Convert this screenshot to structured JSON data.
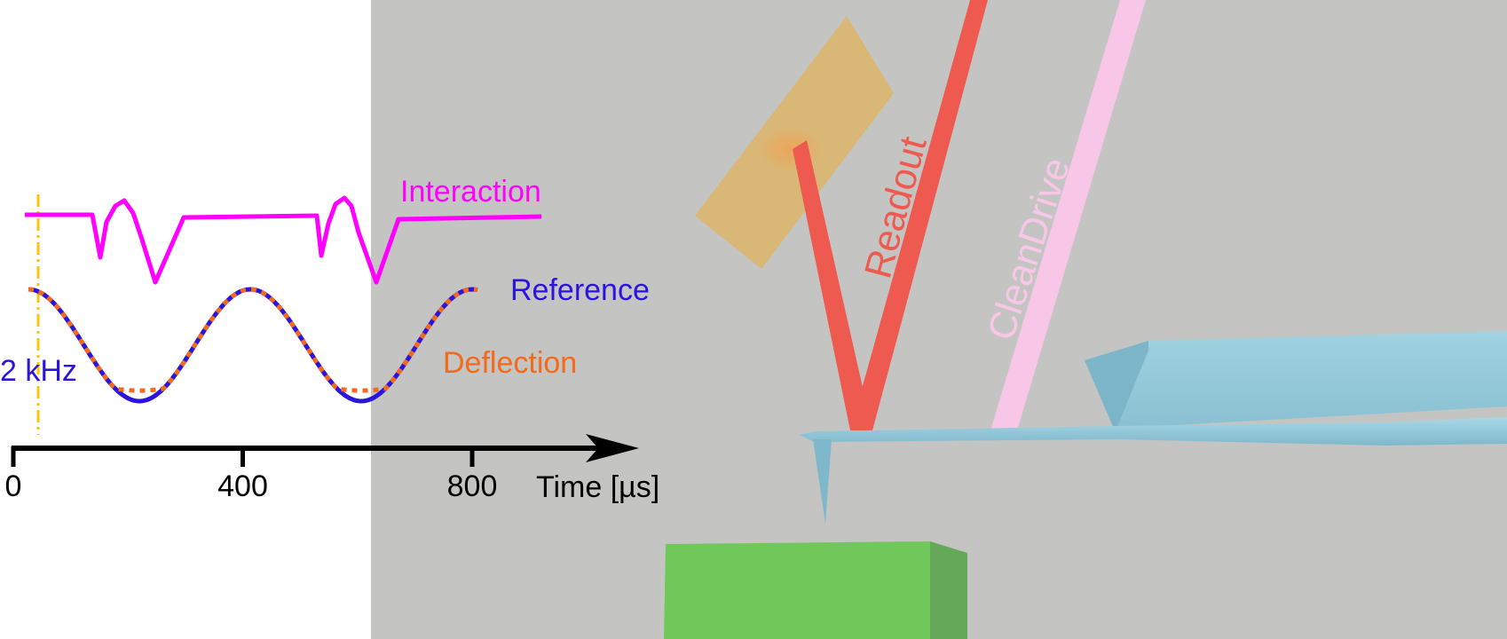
{
  "labels": {
    "interaction": "Interaction",
    "reference": "Reference",
    "deflection": "Deflection",
    "frequency": "2 kHz",
    "readout": "Readout",
    "cleandrive": "CleanDrive"
  },
  "axis": {
    "label": "Time [µs]",
    "ticks": [
      {
        "value": 0,
        "label": "0"
      },
      {
        "value": 400,
        "label": "400"
      },
      {
        "value": 800,
        "label": "800"
      }
    ]
  },
  "colors": {
    "interaction": "#ff00ff",
    "reference": "#2b14e0",
    "deflection": "#f26a1b",
    "marker": "#ffc20e",
    "readout": "#ee5a50",
    "cleandrive": "#f8c6e6",
    "cantilever": "#8fc9d9",
    "sample": "#71c85a",
    "detector": "#e0b35a",
    "background": "#c4c5c3",
    "axis": "#000000"
  },
  "icons": {
    "axis-arrow": "arrowhead-right"
  }
}
